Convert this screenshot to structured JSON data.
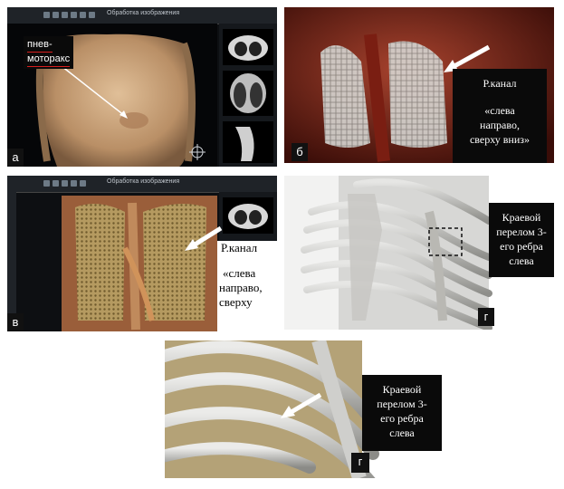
{
  "panels": {
    "a": {
      "letter": "а",
      "callout": [
        "пнев-",
        "моторакс"
      ],
      "toolbar_title": "Обработка изображения"
    },
    "b": {
      "letter": "б",
      "label": {
        "title": "Р.канал",
        "direction": [
          "«слева",
          "направо,",
          "сверху вниз»"
        ]
      }
    },
    "v": {
      "letter": "в",
      "label": {
        "title": "Р.канал",
        "direction": [
          "«слева",
          "направо,",
          "сверху"
        ]
      },
      "toolbar_title": "Обработка изображения"
    },
    "g1": {
      "letter": "г",
      "label": [
        "Краевой",
        "перелом 3-",
        "его ребра",
        "слева"
      ]
    },
    "g2": {
      "letter": "г",
      "label": [
        "Краевой",
        "перелом 3-",
        "его ребра",
        "слева"
      ]
    }
  },
  "colors": {
    "dark_ui": "#1f2328",
    "label_bg": "#0a0a0a",
    "callout_underline": "#d81e1e",
    "arrow": "#ffffff",
    "skin": "#c9a27a",
    "lung": "#c7b58a",
    "bone": "#c8c8c6"
  }
}
